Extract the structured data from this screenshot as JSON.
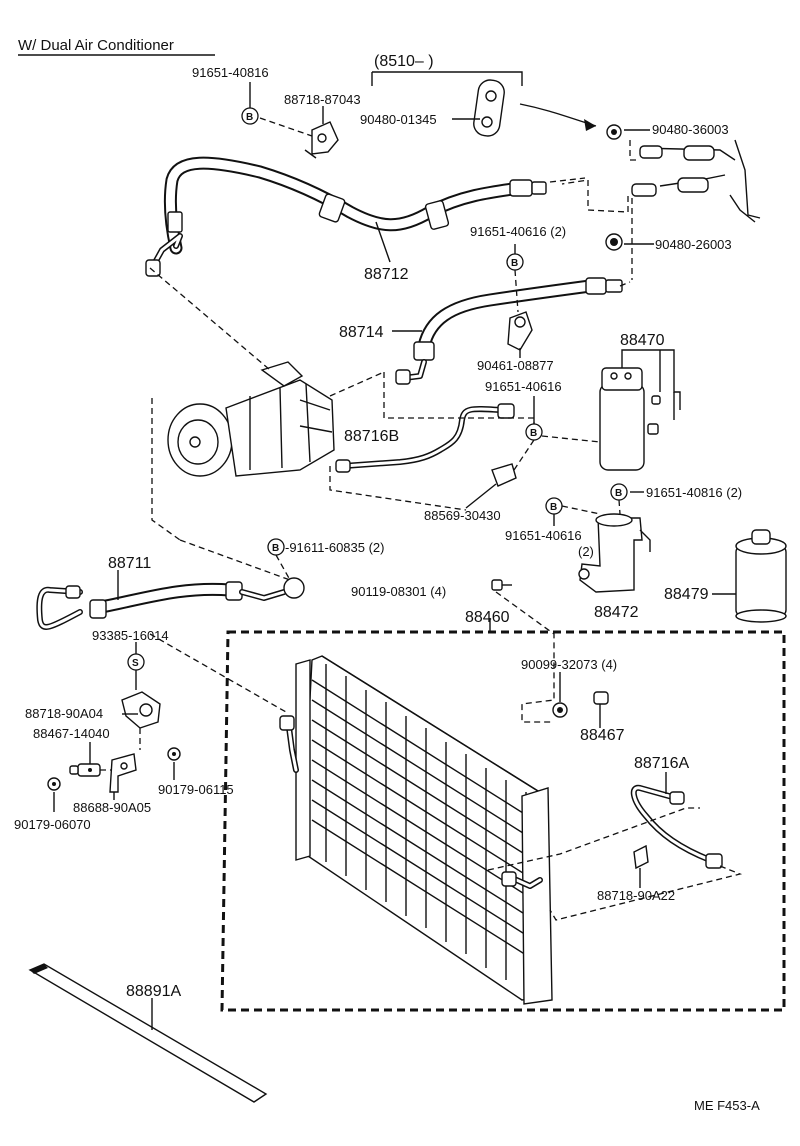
{
  "title": "W/ Dual Air Conditioner",
  "footer_code": "ME  F453-A",
  "bracket_label": "(8510–      )",
  "symbols": {
    "bolt": "B",
    "screw": "S"
  },
  "labels": {
    "p91651_40816_top": "91651-40816",
    "p88718_87043": "88718-87043",
    "p90480_01345": "90480-01345",
    "p90480_36003": "90480-36003",
    "p90480_26003": "90480-26003",
    "p91651_40616_2": "91651-40616 (2)",
    "p88712": "88712",
    "p88714": "88714",
    "p90461_08877": "90461-08877",
    "p88470": "88470",
    "p91651_40616": "91651-40616",
    "p88716B": "88716B",
    "p88569_30430": "88569-30430",
    "p91651_40816_2": "91651-40816 (2)",
    "p91651_40616_b": "91651-40616",
    "p_qty2": "(2)",
    "p88472": "88472",
    "p88479": "88479",
    "p88711": "88711",
    "p91611_60835": "-91611-60835 (2)",
    "p90119_08301": "90119-08301 (4)",
    "p88460": "88460",
    "p93385_16014": "93385-16014",
    "p90099_32073": "90099-32073 (4)",
    "p88467": "88467",
    "p88718_90A04": "88718-90A04",
    "p88467_14040": "88467-14040",
    "p90179_06115": "90179-06115",
    "p88688_90A05": "88688-90A05",
    "p90179_06070": "90179-06070",
    "p88716A": "88716A",
    "p88718_90A22": "88718-90A22",
    "p88891A": "88891A"
  }
}
